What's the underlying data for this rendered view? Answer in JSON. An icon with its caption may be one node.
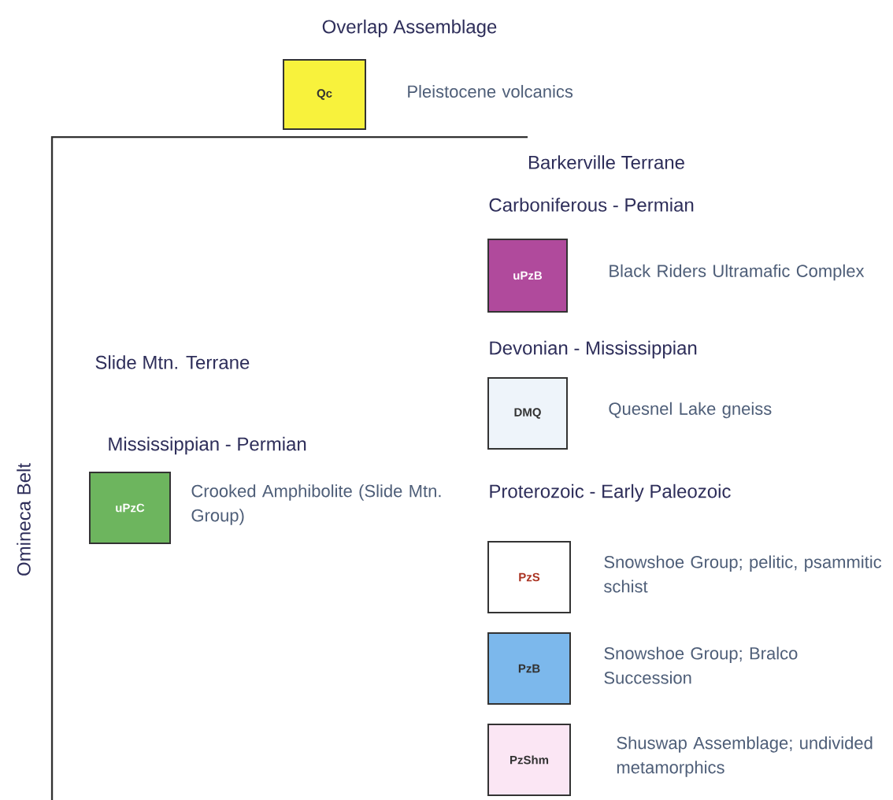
{
  "diagram": {
    "nodes": [
      {
        "text": [
          "Qc"
        ],
        "beside": [
          "Pleistocene volcanics"
        ]
      },
      {
        "text": [
          "uPzB"
        ],
        "beside": [
          "Black Riders Ultramafic Complex"
        ]
      },
      {
        "text": [
          "DMQ"
        ],
        "beside": [
          "Quesnel Lake gneiss"
        ]
      },
      {
        "text": [
          "uPzC"
        ],
        "beside": [
          "Crooked Amphibolite (Slide Mtn. Group)"
        ]
      },
      {
        "text": [
          "PzS"
        ],
        "beside": [
          "Snowshoe Group; pelitic, psammitic schist"
        ]
      },
      {
        "text": [
          "PzB"
        ],
        "beside": [
          "Snowshoe Group; Bralco Succession"
        ]
      },
      {
        "text": [
          "PzShm"
        ],
        "beside": [
          "Shuswap Assemblage; undivided metamorphics"
        ]
      }
    ],
    "labels": [
      "Overlap Assemblage",
      "Barkerville Terrane",
      "Carboniferous - Permian",
      "Slide Mtn. Terrane",
      "Devonian - Mississippian",
      "Mississippian - Permian",
      "Proterozoic - Early Paleozoic",
      "Omineca Belt"
    ]
  }
}
